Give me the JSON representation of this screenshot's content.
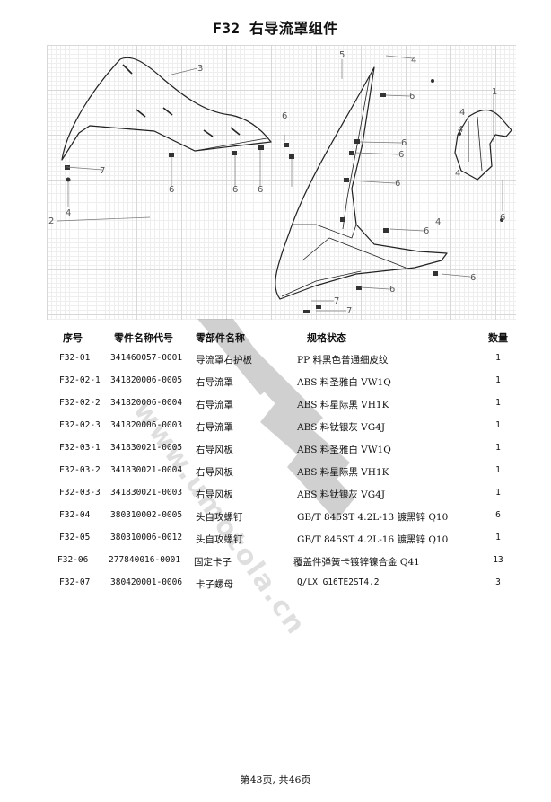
{
  "page": {
    "title": "F32 右导流罩组件",
    "footer": "第43页, 共46页"
  },
  "diagram": {
    "callouts": [
      "1",
      "2",
      "3",
      "4",
      "5",
      "6",
      "7"
    ]
  },
  "watermark": {
    "text": "www.umotola.cn"
  },
  "table": {
    "headers": {
      "seq": "序号",
      "part_code": "零件名称代号",
      "part_name": "零部件名称",
      "spec": "规格状态",
      "qty": "数量"
    },
    "rows": [
      {
        "seq": "F32-01",
        "part_code": "341460057-0001",
        "part_name": "导流罩右护板",
        "spec": "PP 料黑色普通细皮纹",
        "qty": "1"
      },
      {
        "seq": "F32-02-1",
        "part_code": "341820006-0005",
        "part_name": "右导流罩",
        "spec": "ABS 料圣雅白 VW1Q",
        "qty": "1"
      },
      {
        "seq": "F32-02-2",
        "part_code": "341820006-0004",
        "part_name": "右导流罩",
        "spec": "ABS 料星际黑 VH1K",
        "qty": "1"
      },
      {
        "seq": "F32-02-3",
        "part_code": "341820006-0003",
        "part_name": "右导流罩",
        "spec": "ABS 料钛银灰 VG4J",
        "qty": "1"
      },
      {
        "seq": "F32-03-1",
        "part_code": "341830021-0005",
        "part_name": "右导风板",
        "spec": "ABS 料圣雅白 VW1Q",
        "qty": "1"
      },
      {
        "seq": "F32-03-2",
        "part_code": "341830021-0004",
        "part_name": "右导风板",
        "spec": "ABS 料星际黑 VH1K",
        "qty": "1"
      },
      {
        "seq": "F32-03-3",
        "part_code": "341830021-0003",
        "part_name": "右导风板",
        "spec": "ABS 料钛银灰 VG4J",
        "qty": "1"
      },
      {
        "seq": "F32-04",
        "part_code": "380310002-0005",
        "part_name": "头自攻螺钉",
        "spec": "GB/T 845ST 4.2L-13 镀黑锌 Q10",
        "qty": "6"
      },
      {
        "seq": "F32-05",
        "part_code": "380310006-0012",
        "part_name": "头自攻螺钉",
        "spec": "GB/T 845ST 4.2L-16 镀黑锌 Q10",
        "qty": "1"
      },
      {
        "seq": "F32-06",
        "part_code": "277840016-0001",
        "part_name": "固定卡子",
        "spec": "覆盖件弹簧卡镀锌镍合金 Q41",
        "qty": "13"
      },
      {
        "seq": "F32-07",
        "part_code": "380420001-0006",
        "part_name": "卡子螺母",
        "spec": "Q/LX G16TE2ST4.2",
        "qty": "3"
      }
    ]
  }
}
